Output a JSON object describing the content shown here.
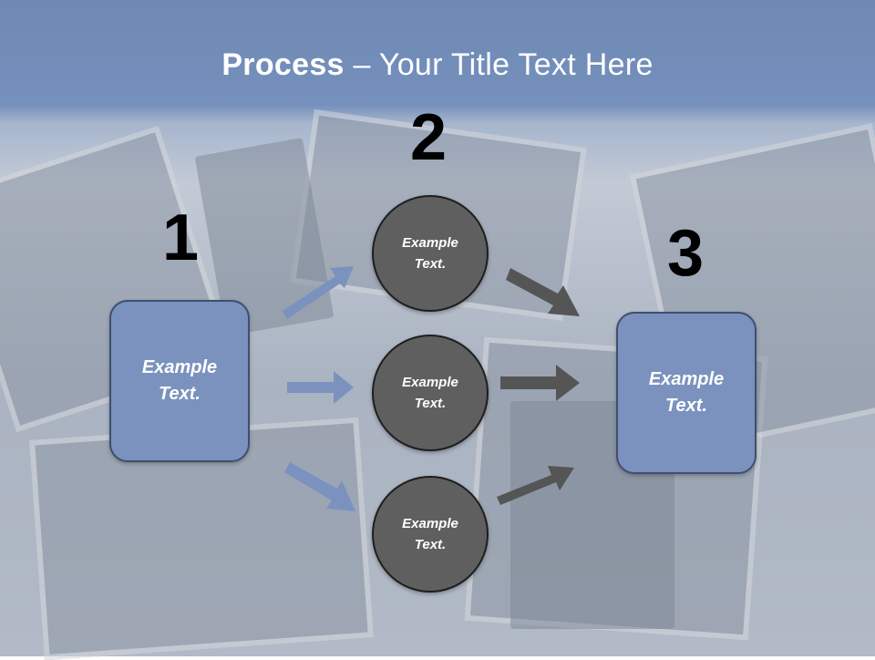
{
  "title": {
    "bold": "Process",
    "rest": " – Your Title Text Here"
  },
  "steps": {
    "n1": "1",
    "n2": "2",
    "n3": "3"
  },
  "left_box": {
    "label": "Example Text."
  },
  "circles": [
    {
      "label": "Example Text."
    },
    {
      "label": "Example Text."
    },
    {
      "label": "Example Text."
    }
  ],
  "right_box": {
    "label": "Example Text."
  },
  "colors": {
    "header": "#6f89b4",
    "box": "#7a92bd",
    "circle": "#5f5f5f",
    "arrow_blue": "#7a92bd",
    "arrow_gray": "#555555"
  }
}
